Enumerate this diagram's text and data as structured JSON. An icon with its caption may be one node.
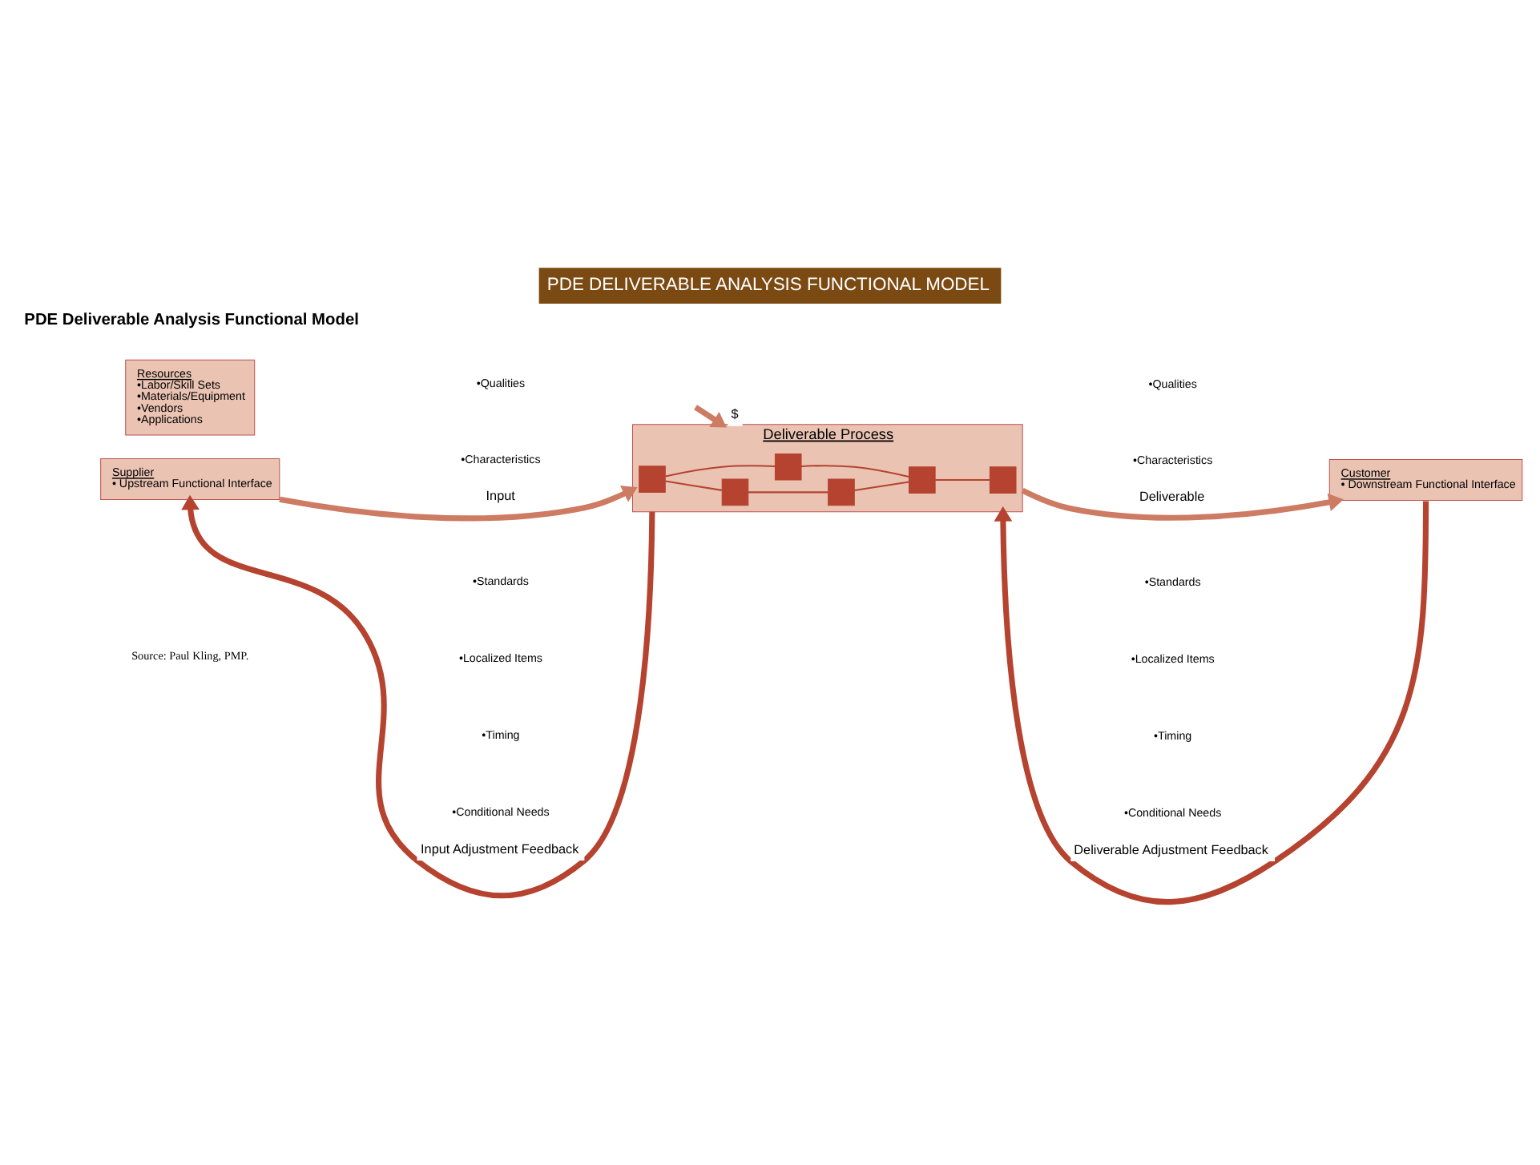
{
  "diagram": {
    "title": "PDE DELIVERABLE ANALYSIS FUNCTIONAL MODEL",
    "caption": "Source: Paul Kling, PMP.",
    "nodes": [
      {
        "text": [
          "Supplier",
          "• Upstream Functional Interface"
        ]
      },
      {
        "text": [
          "Deliverable Process"
        ]
      },
      {
        "text": [],
        "shape": "box",
        "in": 1
      },
      {
        "text": [],
        "shape": "box",
        "in": 1
      },
      {
        "text": [],
        "shape": "box",
        "in": 1
      },
      {
        "text": [],
        "shape": "box",
        "in": 1
      },
      {
        "text": [],
        "shape": "box",
        "in": 1
      },
      {
        "text": [],
        "shape": "box",
        "in": 1
      },
      {
        "text": [
          "Resources",
          "•Labor/Skill Sets",
          "•Materials/Equipment",
          "•Vendors",
          "•Applications"
        ]
      },
      {
        "text": [
          "Customer",
          "• Downstream Functional Interface"
        ]
      }
    ],
    "edges": [
      {
        "from": 0,
        "to": 1,
        "arrow": "to",
        "label": "Input",
        "style": "thick"
      },
      {
        "from": null,
        "to": 1,
        "arrow": "to",
        "label": "$",
        "style": "thick"
      },
      {
        "from": 1,
        "to": 9,
        "arrow": "to",
        "label": "Deliverable",
        "style": "thick"
      },
      {
        "from": 1,
        "to": 0,
        "arrow": "to",
        "label": "Input Adjustment Feedback",
        "style": "thick",
        "color": "#b5432f"
      },
      {
        "from": 9,
        "to": 1,
        "arrow": "to",
        "label": "Deliverable Adjustment Feedback",
        "style": "thick",
        "color": "#b5432f"
      },
      {
        "from": 2,
        "to": 3,
        "arrow": "none"
      },
      {
        "from": 2,
        "to": 4,
        "arrow": "none"
      },
      {
        "from": 4,
        "to": 5,
        "arrow": "none"
      },
      {
        "from": 3,
        "to": 6,
        "arrow": "none"
      },
      {
        "from": 5,
        "to": 6,
        "arrow": "none"
      },
      {
        "from": 6,
        "to": 7,
        "arrow": "none"
      }
    ],
    "labels": [
      "PDE Deliverable Analysis Functional Model",
      "•Qualities",
      "•Characteristics",
      "•Standards",
      "•Localized Items",
      "•Timing",
      "•Conditional Needs",
      "•Qualities",
      "•Characteristics",
      "•Standards",
      "•Localized Items",
      "•Timing",
      "•Conditional Needs"
    ]
  }
}
